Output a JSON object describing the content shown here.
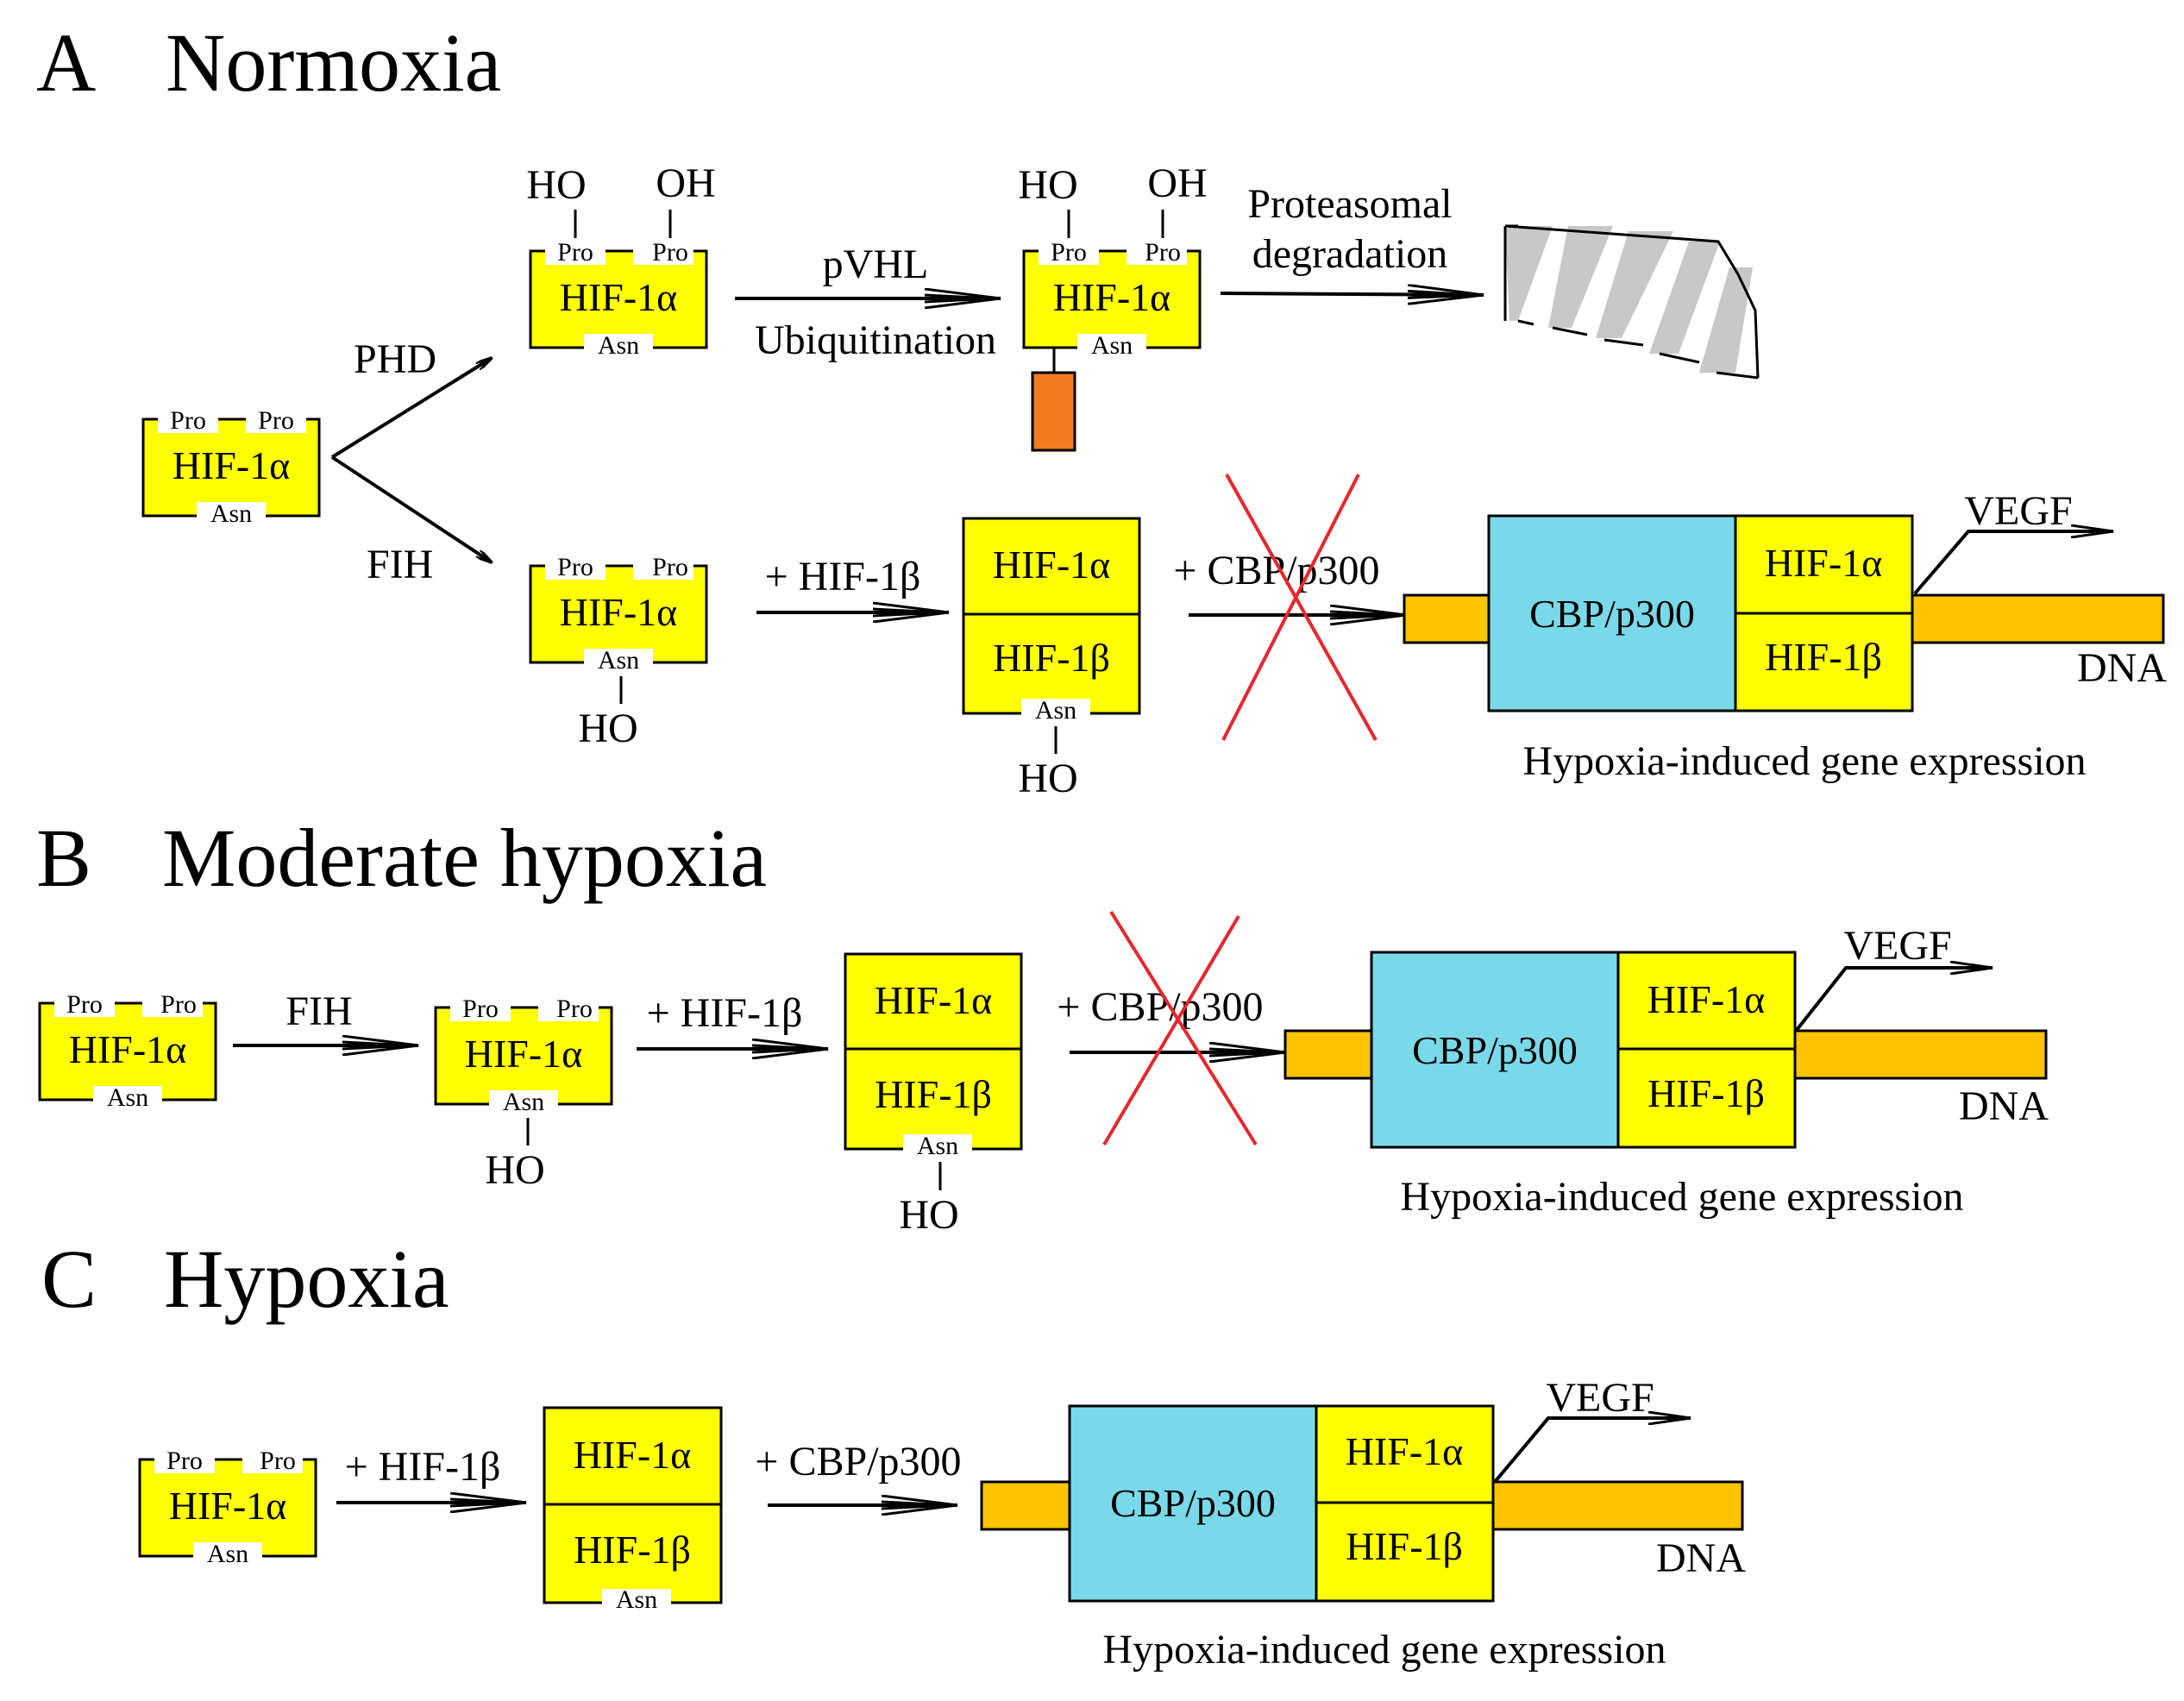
{
  "panels": {
    "a": {
      "letter": "A",
      "title": "Normoxia",
      "phd": "PHD",
      "fih": "FIH",
      "pvhl": "pVHL",
      "ubiquitination": "Ubiquitination",
      "proteasomal": "Proteasomal",
      "degradation": "degradation",
      "plus_hif1b": "+ HIF-1β",
      "plus_cbp": "+ CBP/p300",
      "expression": "Hypoxia-induced gene expression"
    },
    "b": {
      "letter": "B",
      "title": "Moderate hypoxia",
      "fih": "FIH",
      "plus_hif1b": "+ HIF-1β",
      "plus_cbp": "+ CBP/p300",
      "expression": "Hypoxia-induced gene expression"
    },
    "c": {
      "letter": "C",
      "title": "Hypoxia",
      "plus_hif1b": "+ HIF-1β",
      "plus_cbp": "+ CBP/p300",
      "expression": "Hypoxia-induced gene expression"
    }
  },
  "labels": {
    "hif1a": "HIF-1α",
    "hif1b": "HIF-1β",
    "pro": "Pro",
    "asn": "Asn",
    "ho": "HO",
    "oh": "OH",
    "cbp": "CBP/p300",
    "vegf": "VEGF",
    "dna": "DNA"
  },
  "colors": {
    "hif_box": "#ffff00",
    "cbp_box": "#79d9e9",
    "dna": "#ffc400",
    "ubiquitin": "#f47a1f",
    "cross": "#e8262c",
    "degraded": "#c8c8c8"
  }
}
